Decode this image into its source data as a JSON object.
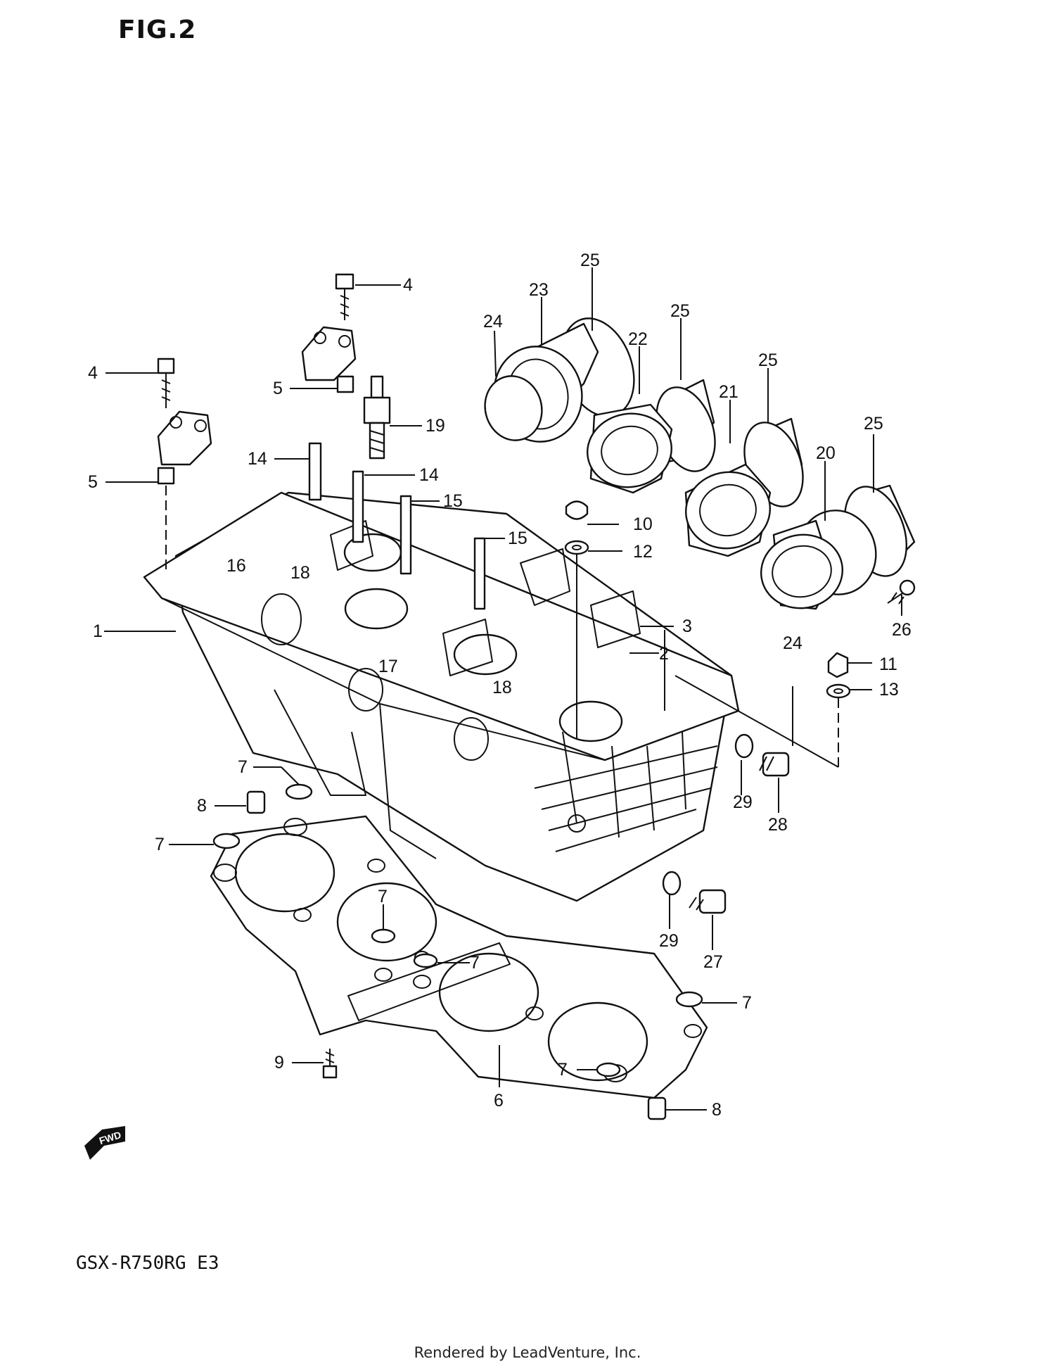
{
  "figure": {
    "title": "FIG.2"
  },
  "model": "GSX-R750RG  E3",
  "footer": "Rendered by LeadVenture, Inc.",
  "fwd_badge": "FWD",
  "callouts": [
    {
      "id": "c25a",
      "label": "25"
    },
    {
      "id": "c23",
      "label": "23"
    },
    {
      "id": "c24a",
      "label": "24"
    },
    {
      "id": "c25b",
      "label": "25"
    },
    {
      "id": "c22",
      "label": "22"
    },
    {
      "id": "c25c",
      "label": "25"
    },
    {
      "id": "c21",
      "label": "21"
    },
    {
      "id": "c25d",
      "label": "25"
    },
    {
      "id": "c20",
      "label": "20"
    },
    {
      "id": "c4a",
      "label": "4"
    },
    {
      "id": "c4b",
      "label": "4"
    },
    {
      "id": "c5a",
      "label": "5"
    },
    {
      "id": "c5b",
      "label": "5"
    },
    {
      "id": "c19",
      "label": "19"
    },
    {
      "id": "c14a",
      "label": "14"
    },
    {
      "id": "c14b",
      "label": "14"
    },
    {
      "id": "c15a",
      "label": "15"
    },
    {
      "id": "c15b",
      "label": "15"
    },
    {
      "id": "c16",
      "label": "16"
    },
    {
      "id": "c18a",
      "label": "18"
    },
    {
      "id": "c18b",
      "label": "18"
    },
    {
      "id": "c17",
      "label": "17"
    },
    {
      "id": "c1",
      "label": "1"
    },
    {
      "id": "c10",
      "label": "10"
    },
    {
      "id": "c12",
      "label": "12"
    },
    {
      "id": "c3",
      "label": "3"
    },
    {
      "id": "c2",
      "label": "2"
    },
    {
      "id": "c24b",
      "label": "24"
    },
    {
      "id": "c26",
      "label": "26"
    },
    {
      "id": "c11",
      "label": "11"
    },
    {
      "id": "c13",
      "label": "13"
    },
    {
      "id": "c29a",
      "label": "29"
    },
    {
      "id": "c28",
      "label": "28"
    },
    {
      "id": "c29b",
      "label": "29"
    },
    {
      "id": "c27",
      "label": "27"
    },
    {
      "id": "c7a",
      "label": "7"
    },
    {
      "id": "c8a",
      "label": "8"
    },
    {
      "id": "c7b",
      "label": "7"
    },
    {
      "id": "c7c",
      "label": "7"
    },
    {
      "id": "c7d",
      "label": "7"
    },
    {
      "id": "c7e",
      "label": "7"
    },
    {
      "id": "c7f",
      "label": "7"
    },
    {
      "id": "c9",
      "label": "9"
    },
    {
      "id": "c6",
      "label": "6"
    },
    {
      "id": "c8b",
      "label": "8"
    }
  ]
}
